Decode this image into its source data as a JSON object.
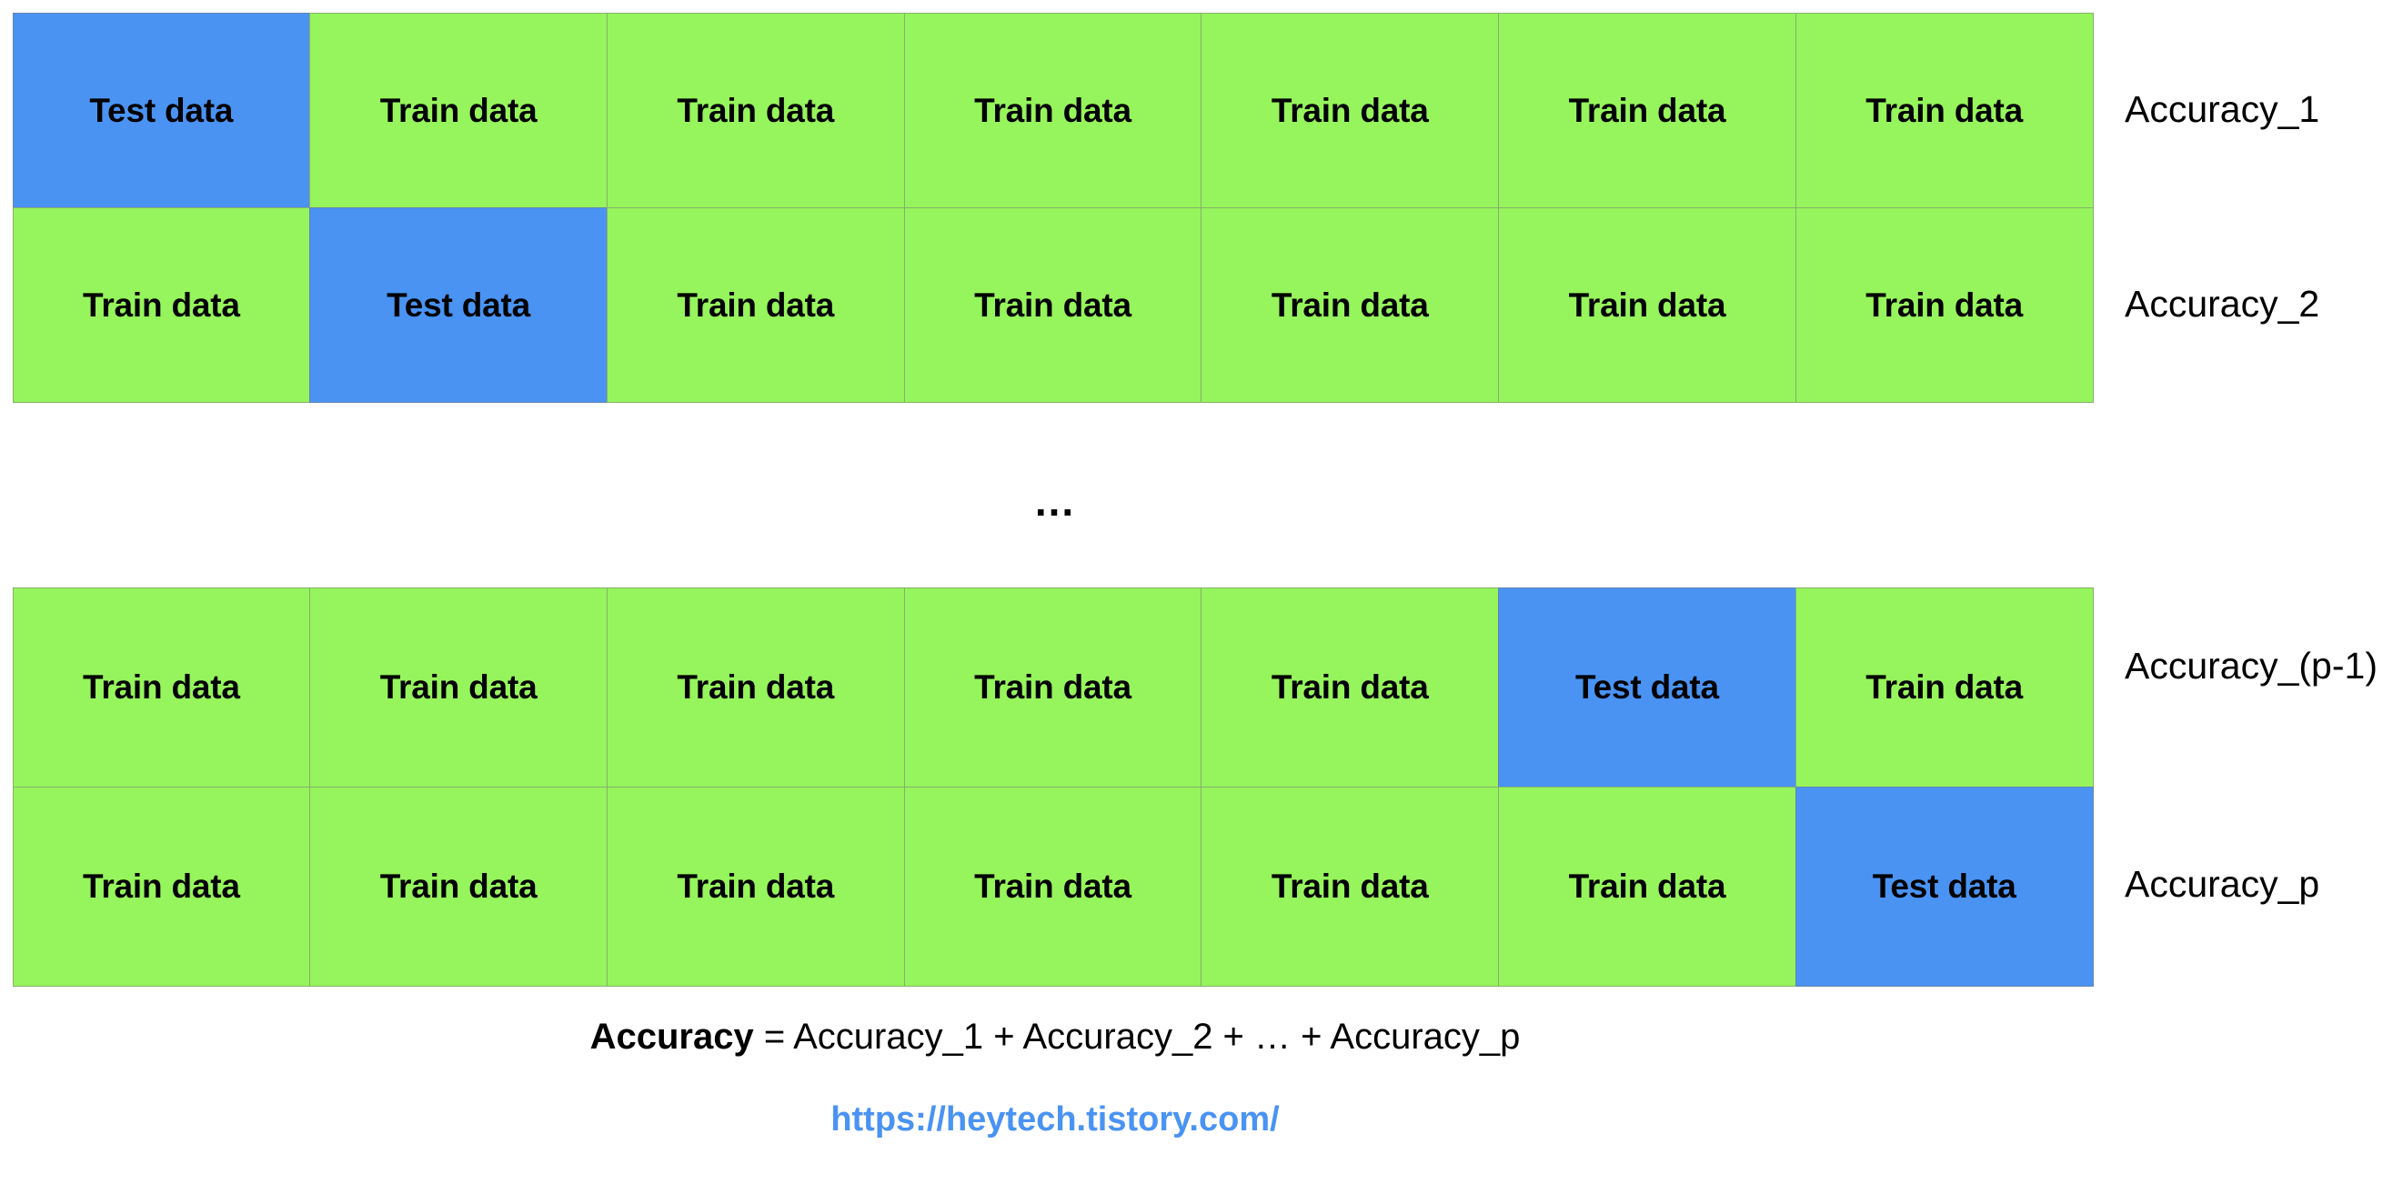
{
  "colors": {
    "train": "#96F45C",
    "test": "#4A93F3",
    "text": "#000000",
    "link": "#4A93F3",
    "background": "#FFFFFF",
    "cell_border": "#787878"
  },
  "labels": {
    "train": "Train data",
    "test": "Test data",
    "ellipsis": "...",
    "accuracy_1": "Accuracy_1",
    "accuracy_2": "Accuracy_2",
    "accuracy_p_minus_1": "Accuracy_(p-1)",
    "accuracy_p": "Accuracy_p"
  },
  "formula": {
    "bold_term": "Accuracy",
    "rest": " = Accuracy_1 + Accuracy_2 + … + Accuracy_p"
  },
  "source_url": "https://heytech.tistory.com/",
  "chart_data": {
    "type": "table",
    "title": "",
    "columns": 7,
    "folds": [
      {
        "index": 1,
        "accuracy_label": "Accuracy_1",
        "test_column": 1,
        "cells": [
          "Test data",
          "Train data",
          "Train data",
          "Train data",
          "Train data",
          "Train data",
          "Train data"
        ]
      },
      {
        "index": 2,
        "accuracy_label": "Accuracy_2",
        "test_column": 2,
        "cells": [
          "Train data",
          "Test data",
          "Train data",
          "Train data",
          "Train data",
          "Train data",
          "Train data"
        ]
      },
      {
        "index": "p-1",
        "accuracy_label": "Accuracy_(p-1)",
        "test_column": 6,
        "cells": [
          "Train data",
          "Train data",
          "Train data",
          "Train data",
          "Train data",
          "Test data",
          "Train data"
        ]
      },
      {
        "index": "p",
        "accuracy_label": "Accuracy_p",
        "test_column": 7,
        "cells": [
          "Train data",
          "Train data",
          "Train data",
          "Train data",
          "Train data",
          "Train data",
          "Test data"
        ]
      }
    ]
  }
}
